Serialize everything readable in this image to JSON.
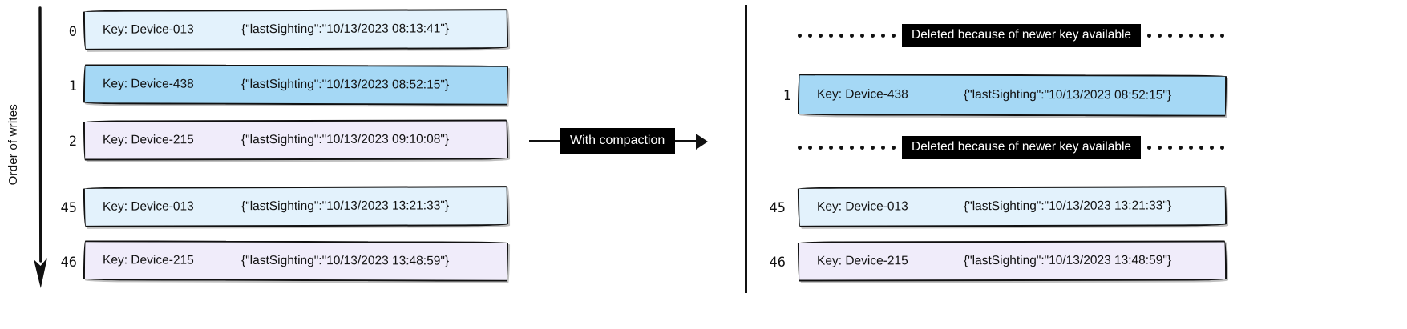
{
  "axis": {
    "label": "Order of writes",
    "icon": "down-arrow-icon"
  },
  "transform": {
    "label": "With compaction",
    "icon": "right-arrow-icon"
  },
  "deleted_banner_text": "Deleted because of newer key available",
  "colors": {
    "device_013": "#e3f2fc",
    "device_438": "#a5d8f5",
    "device_215": "#f0ecfa",
    "stroke": "#111111",
    "banner_bg": "#000000",
    "banner_fg": "#ffffff"
  },
  "left_panel": {
    "title": "Order of writes",
    "rows": [
      {
        "index": "0",
        "key": "Key: Device-013",
        "value": "{\"lastSighting\":\"10/13/2023 08:13:41\"}",
        "color": "#e3f2fc",
        "deleted": true
      },
      {
        "index": "1",
        "key": "Key: Device-438",
        "value": "{\"lastSighting\":\"10/13/2023 08:52:15\"}",
        "color": "#a5d8f5",
        "deleted": false
      },
      {
        "index": "2",
        "key": "Key: Device-215",
        "value": "{\"lastSighting\":\"10/13/2023 09:10:08\"}",
        "color": "#f0ecfa",
        "deleted": true
      },
      {
        "index": "45",
        "key": "Key: Device-013",
        "value": "{\"lastSighting\":\"10/13/2023 13:21:33\"}",
        "color": "#e3f2fc",
        "deleted": false
      },
      {
        "index": "46",
        "key": "Key: Device-215",
        "value": "{\"lastSighting\":\"10/13/2023 13:48:59\"}",
        "color": "#f0ecfa",
        "deleted": false
      }
    ]
  },
  "right_panel": {
    "items": [
      {
        "type": "banner",
        "text": "Deleted because of newer key available"
      },
      {
        "type": "record",
        "index": "1",
        "key": "Key: Device-438",
        "value": "{\"lastSighting\":\"10/13/2023 08:52:15\"}",
        "color": "#a5d8f5"
      },
      {
        "type": "banner",
        "text": "Deleted because of newer key available"
      },
      {
        "type": "record",
        "index": "45",
        "key": "Key: Device-013",
        "value": "{\"lastSighting\":\"10/13/2023 13:21:33\"}",
        "color": "#e3f2fc"
      },
      {
        "type": "record",
        "index": "46",
        "key": "Key: Device-215",
        "value": "{\"lastSighting\":\"10/13/2023 13:48:59\"}",
        "color": "#f0ecfa"
      }
    ]
  }
}
